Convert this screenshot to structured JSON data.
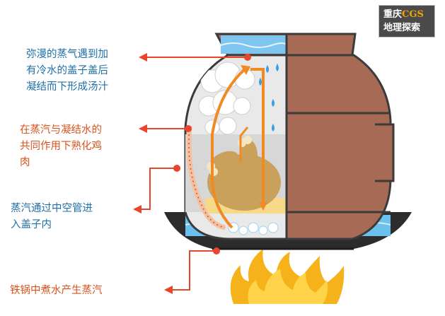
{
  "labels": {
    "top": "弥漫的蒸气遇到加\n有冷水的盖子盖后\n凝结而下形成汤汁",
    "middle": "在蒸汽与凝结水的\n共同作用下熟化鸡\n肉",
    "lower": "蒸汽通过中空管进\n入盖子内",
    "bottom": "铁锅中煮水产生蒸汽"
  },
  "watermark": {
    "line1": "重庆",
    "line1_accent": "CGS",
    "line2": "地理探索"
  },
  "colors": {
    "top_label": "#1f6fa8",
    "middle_label": "#d9531e",
    "lower_label": "#1f6fa8",
    "bottom_label": "#d9531e",
    "arrow": "#e8452c",
    "pot_clay": "#a66a55",
    "pot_outline": "#3b3b3b",
    "water": "#4fa8e0",
    "flame": "#f6b21a",
    "steam_path": "#f08a24"
  }
}
